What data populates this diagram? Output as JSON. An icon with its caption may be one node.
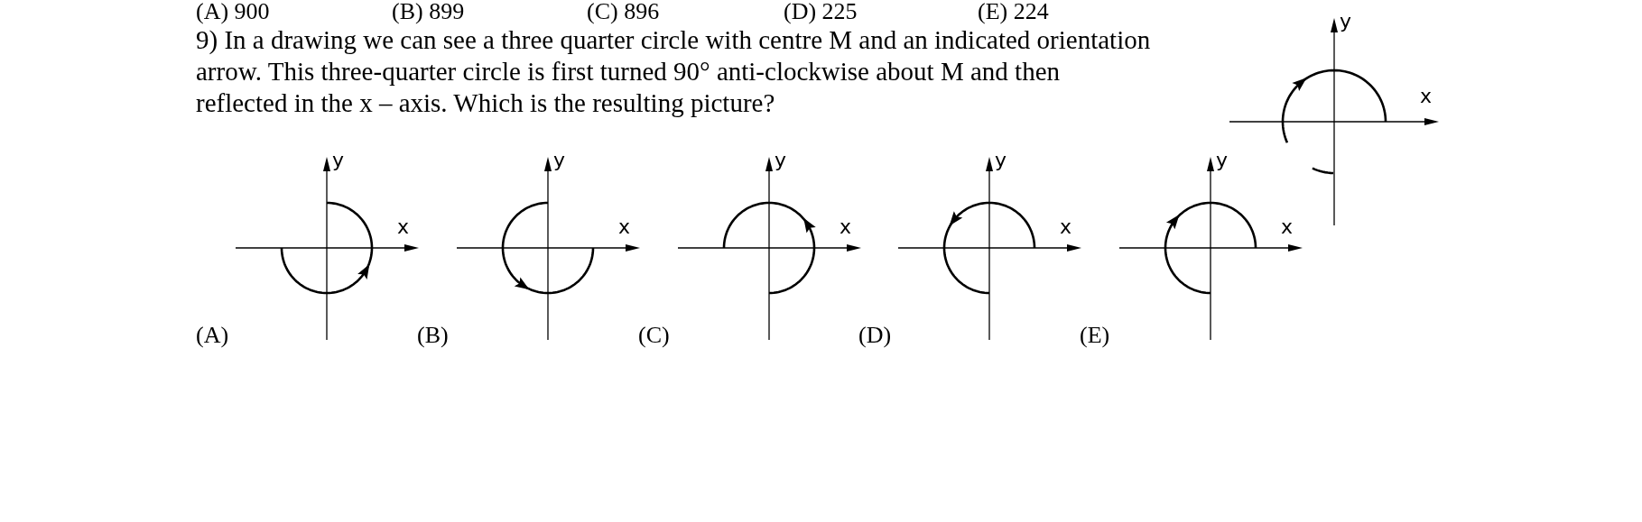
{
  "diagram": {
    "labels": [
      "(A) 900",
      "(B) 899",
      "(C) 896",
      "(D) 225",
      "(E) 224",
      "9) In a drawing we can see a three quarter circle with centre M and an indicated orientation arrow. This three-quarter circle is first turned 90° anti-clockwise about M and then reflected in the x – axis. Which is the resulting picture?",
      "y",
      "x",
      "y",
      "x",
      "(A)",
      "y",
      "x",
      "(B)",
      "y",
      "x",
      "(C)",
      "y",
      "x",
      "(D)",
      "y",
      "x",
      "(E)"
    ]
  }
}
